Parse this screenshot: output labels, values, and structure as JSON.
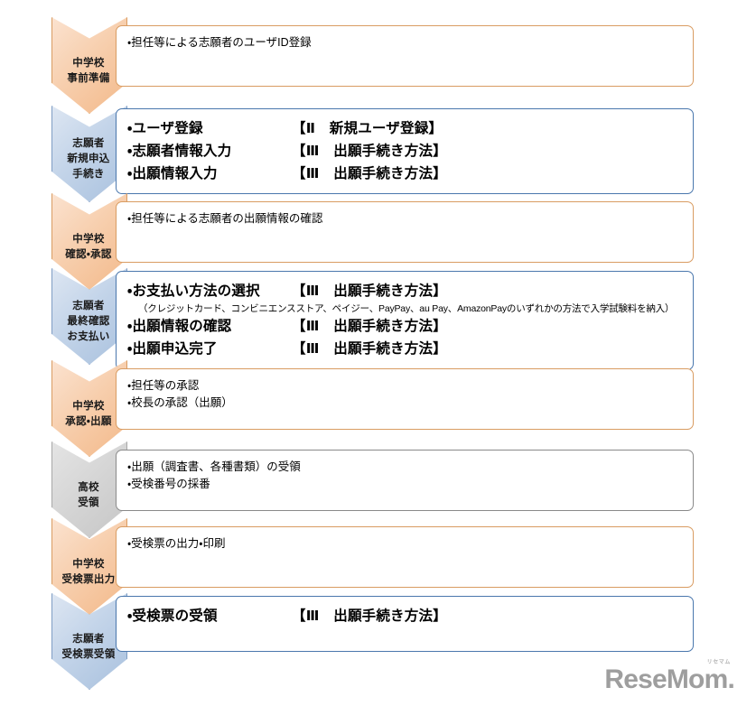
{
  "diagram": {
    "title": "出願手続きの流れ",
    "colors": {
      "orange_border": "#d99c62",
      "orange_fill": "#f7cfae",
      "blue_border": "#4a77ad",
      "blue_fill": "#c3d4e9",
      "gray_border": "#8a8a8a",
      "gray_fill": "#d6d6d6",
      "text": "#000000",
      "watermark": "#9e9e9e"
    },
    "steps": [
      {
        "arrow_color": "orange",
        "label_lines": [
          "中学校",
          "事前準備"
        ],
        "emphasis": "small",
        "lines": [
          {
            "text": "・担任等による志願者のユーザID登録",
            "ref": ""
          }
        ],
        "note": ""
      },
      {
        "arrow_color": "blue",
        "label_lines": [
          "志願者",
          "新規申込",
          "手続き"
        ],
        "emphasis": "large",
        "lines": [
          {
            "text": "・ユーザ登録",
            "ref": "【Ⅱ　新規ユーザ登録】"
          },
          {
            "text": "・志願者情報入力",
            "ref": "【Ⅲ　出願手続き方法】"
          },
          {
            "text": "・出願情報入力",
            "ref": "【Ⅲ　出願手続き方法】"
          }
        ],
        "note": ""
      },
      {
        "arrow_color": "orange",
        "label_lines": [
          "中学校",
          "確認・承認"
        ],
        "emphasis": "small",
        "lines": [
          {
            "text": "・担任等による志願者の出願情報の確認",
            "ref": ""
          }
        ],
        "note": ""
      },
      {
        "arrow_color": "blue",
        "label_lines": [
          "志願者",
          "最終確認",
          "お支払い"
        ],
        "emphasis": "large",
        "lines": [
          {
            "text": "・お支払い方法の選択",
            "ref": "【Ⅲ　出願手続き方法】"
          },
          {
            "text": "・出願情報の確認",
            "ref": "【Ⅲ　出願手続き方法】"
          },
          {
            "text": "・出願申込完了",
            "ref": "【Ⅲ　出願手続き方法】"
          }
        ],
        "note": "（クレジットカード、コンビニエンスストア、ペイジー、PayPay、au Pay、AmazonPayのいずれかの方法で入学試験料を納入）",
        "note_after_line": 0
      },
      {
        "arrow_color": "orange",
        "label_lines": [
          "中学校",
          "承認・出願"
        ],
        "emphasis": "small",
        "lines": [
          {
            "text": "・担任等の承認",
            "ref": ""
          },
          {
            "text": "・校長の承認（出願）",
            "ref": ""
          }
        ],
        "note": ""
      },
      {
        "arrow_color": "gray",
        "label_lines": [
          "高校",
          "受領"
        ],
        "emphasis": "small",
        "lines": [
          {
            "text": "・出願（調査書、各種書類）の受領",
            "ref": ""
          },
          {
            "text": "・受検番号の採番",
            "ref": ""
          }
        ],
        "note": ""
      },
      {
        "arrow_color": "orange",
        "label_lines": [
          "中学校",
          "受検票出力"
        ],
        "emphasis": "small",
        "lines": [
          {
            "text": "・受検票の出力・印刷",
            "ref": ""
          }
        ],
        "note": ""
      },
      {
        "arrow_color": "blue",
        "label_lines": [
          "志願者",
          "受検票受領"
        ],
        "emphasis": "large",
        "lines": [
          {
            "text": "・受検票の受領",
            "ref": "【Ⅲ　出願手続き方法】"
          }
        ],
        "note": ""
      }
    ]
  },
  "watermark": {
    "wordmark": "ReseMom.",
    "superscript": "リセマム"
  }
}
